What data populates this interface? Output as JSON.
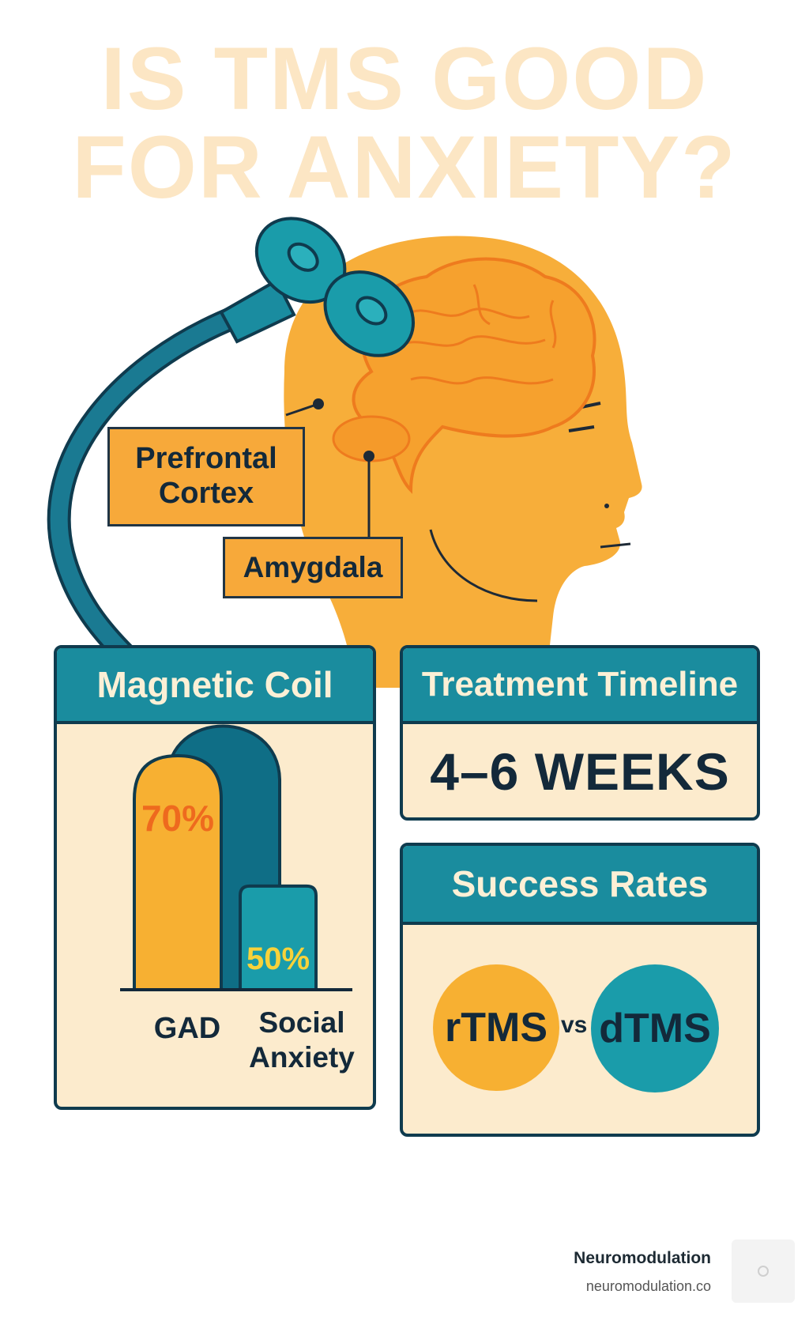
{
  "title": {
    "line1": "IS TMS GOOD",
    "line2": "FOR ANXIETY?"
  },
  "labels": {
    "prefrontal_line1": "Prefrontal",
    "prefrontal_line2": "Cortex",
    "amygdala": "Amygdala"
  },
  "coil_panel": {
    "header": "Magnetic Coil",
    "chart_data": {
      "type": "bar",
      "categories": [
        "GAD",
        "Social Anxiety"
      ],
      "values": [
        70,
        50
      ],
      "value_labels": [
        "70%",
        "50%"
      ],
      "colors": [
        "#F7B032",
        "#1A9CAA"
      ]
    },
    "cat1_label": "GAD",
    "cat2_label_line1": "Social",
    "cat2_label_line2": "Anxiety"
  },
  "timeline_panel": {
    "header": "Treatment Timeline",
    "value": "4–6 WEEKS"
  },
  "success_panel": {
    "header": "Success Rates",
    "left": "rTMS",
    "vs": "vs",
    "right": "dTMS"
  },
  "footer": {
    "name": "Neuromodulation",
    "url": "neuromodulation.co"
  },
  "colors": {
    "accent_orange": "#F7A93A",
    "teal": "#1A8C9E",
    "dark": "#0F3B4E",
    "cream": "#FCEBCD",
    "title": "#FCE6C4"
  }
}
